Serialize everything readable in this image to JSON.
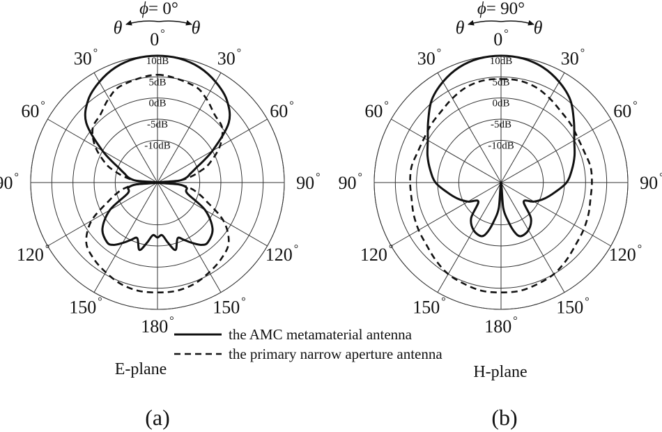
{
  "figure": {
    "legend": [
      {
        "label": "the AMC metamaterial antenna",
        "style": "solid"
      },
      {
        "label": "the primary narrow aperture antenna",
        "style": "dashed"
      }
    ],
    "degree_symbol": "°",
    "theta_symbol": "θ",
    "phi_symbol": "ϕ"
  },
  "chart_data": [
    {
      "type": "polar",
      "panel_label": "(a)",
      "plane_label": "E-plane",
      "phi_value": "= 0°",
      "radial_axis": {
        "min_db": -20,
        "max_db": 10,
        "ring_labels": [
          "10dB",
          "5dB",
          "0dB",
          "-5dB",
          "-10dB"
        ],
        "ring_values": [
          10,
          5,
          0,
          -5,
          -10
        ]
      },
      "angle_tick_labels": [
        "0",
        "30",
        "60",
        "90",
        "120",
        "150",
        "180",
        "150",
        "120",
        "90",
        "60",
        "30"
      ],
      "angle_tick_values": [
        0,
        30,
        60,
        90,
        120,
        150,
        180,
        210,
        240,
        270,
        300,
        330
      ],
      "series": [
        {
          "name": "the AMC metamaterial antenna",
          "style": "solid",
          "theta": [
            0,
            10,
            20,
            30,
            40,
            50,
            60,
            70,
            75,
            80,
            85,
            90,
            95,
            100,
            110,
            120,
            130,
            140,
            145,
            150,
            155,
            160,
            165,
            170,
            175,
            180,
            185,
            190,
            195,
            200,
            205,
            210,
            215,
            220,
            230,
            240,
            250,
            260,
            265,
            270,
            275,
            280,
            285,
            290,
            300,
            310,
            320,
            330,
            340,
            350
          ],
          "gain_db": [
            10,
            9.8,
            9,
            7.5,
            5.5,
            2,
            -5,
            -10.5,
            -12,
            -13,
            -15,
            -20,
            -15,
            -13,
            -12.5,
            -7,
            -3,
            -1.5,
            -2,
            -3.5,
            -5,
            -6,
            -3.5,
            -5.5,
            -7.5,
            -7,
            -7.5,
            -5.5,
            -3.5,
            -6,
            -5,
            -3.5,
            -2,
            -1.5,
            -3,
            -7,
            -12.5,
            -13,
            -15,
            -20,
            -15,
            -13,
            -12,
            -10.5,
            -5,
            2,
            5.5,
            7.5,
            9,
            9.8
          ]
        },
        {
          "name": "the primary narrow aperture antenna",
          "style": "dashed",
          "theta": [
            0,
            20,
            30,
            40,
            50,
            60,
            70,
            75,
            80,
            85,
            90,
            95,
            100,
            105,
            110,
            120,
            130,
            140,
            150,
            160,
            170,
            180,
            190,
            200,
            210,
            220,
            230,
            240,
            250,
            255,
            260,
            265,
            270,
            275,
            280,
            285,
            290,
            300,
            310,
            320,
            330,
            340
          ],
          "gain_db": [
            5.5,
            4.5,
            3,
            1,
            0,
            -3,
            -7,
            -9.5,
            -12,
            -15,
            -20,
            -15,
            -12,
            -10,
            -8,
            -2,
            2,
            3.5,
            4.5,
            5.5,
            6,
            6,
            6,
            5.5,
            4.5,
            3.5,
            2,
            -2,
            -8,
            -10,
            -12,
            -15,
            -20,
            -15,
            -12,
            -9.5,
            -7,
            -3,
            0,
            1,
            3,
            4.5
          ]
        }
      ]
    },
    {
      "type": "polar",
      "panel_label": "(b)",
      "plane_label": "H-plane",
      "phi_value": "= 90°",
      "radial_axis": {
        "min_db": -20,
        "max_db": 10,
        "ring_labels": [
          "10dB",
          "5dB",
          "0dB",
          "-5dB",
          "-10dB"
        ],
        "ring_values": [
          10,
          5,
          0,
          -5,
          -10
        ]
      },
      "angle_tick_labels": [
        "0",
        "30",
        "60",
        "90",
        "120",
        "150",
        "180",
        "150",
        "120",
        "90",
        "60",
        "30"
      ],
      "angle_tick_values": [
        0,
        30,
        60,
        90,
        120,
        150,
        180,
        210,
        240,
        270,
        300,
        330
      ],
      "series": [
        {
          "name": "the AMC metamaterial antenna",
          "style": "solid",
          "theta": [
            0,
            10,
            20,
            30,
            40,
            50,
            60,
            70,
            80,
            90,
            100,
            110,
            120,
            130,
            140,
            150,
            160,
            165,
            170,
            175,
            180,
            185,
            190,
            195,
            200,
            210,
            220,
            230,
            240,
            250,
            260,
            270,
            280,
            290,
            300,
            310,
            320,
            330,
            340,
            350
          ],
          "gain_db": [
            10,
            9.8,
            9,
            7.5,
            5.5,
            2.5,
            0,
            -1.5,
            -3,
            -4.5,
            -7,
            -9,
            -11,
            -13,
            -9,
            -7,
            -6.5,
            -8,
            -11,
            -14,
            -20,
            -14,
            -11,
            -8,
            -6.5,
            -7,
            -9,
            -13,
            -11,
            -9,
            -7,
            -4.5,
            -3,
            -1.5,
            0,
            2.5,
            5.5,
            7.5,
            9,
            9.8
          ]
        },
        {
          "name": "the primary narrow aperture antenna",
          "style": "dashed",
          "theta": [
            0,
            10,
            20,
            30,
            40,
            50,
            60,
            70,
            80,
            90,
            100,
            110,
            120,
            130,
            140,
            150,
            160,
            170,
            180,
            190,
            200,
            210,
            220,
            230,
            240,
            250,
            260,
            270,
            280,
            290,
            300,
            310,
            320,
            330,
            340,
            350
          ],
          "gain_db": [
            4.5,
            4.5,
            4,
            3,
            2,
            1.5,
            1,
            1,
            1.5,
            1.5,
            1.5,
            2,
            2.5,
            3,
            4,
            5,
            5.5,
            6,
            6,
            6,
            5.5,
            5,
            4,
            3,
            2.5,
            2,
            1.5,
            1.5,
            1.5,
            1,
            1,
            1.5,
            2,
            3,
            4,
            4.5
          ]
        }
      ]
    }
  ]
}
